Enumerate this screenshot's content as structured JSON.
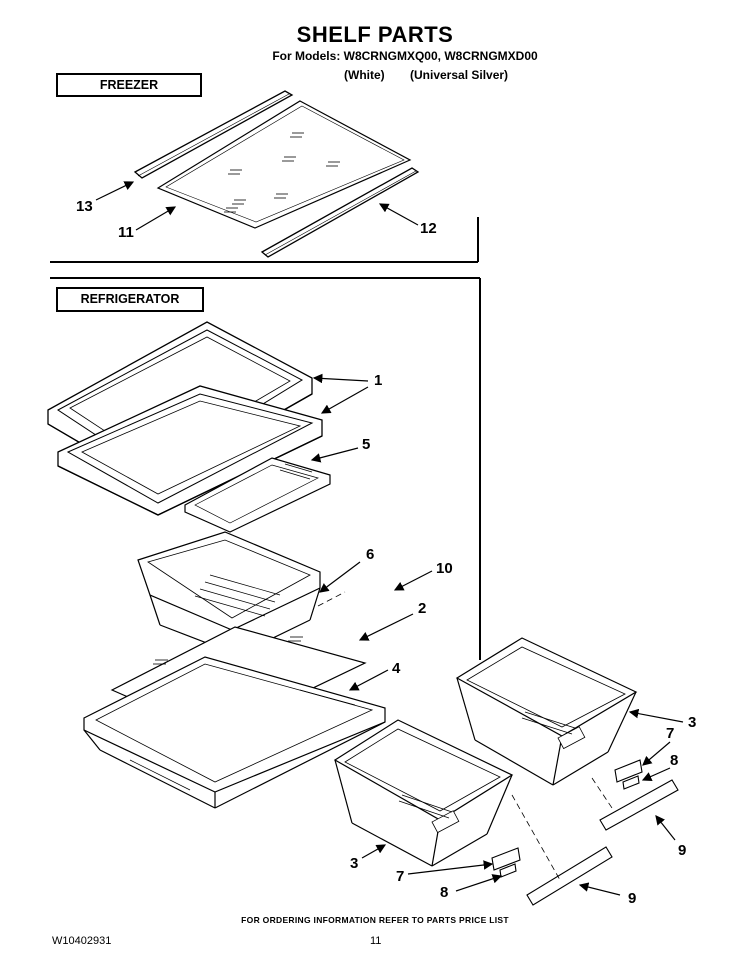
{
  "header": {
    "title": "SHELF PARTS",
    "models_line": "For Models: W8CRNGMXQ00, W8CRNGMXD00",
    "color_white": "(White)",
    "color_silver": "(Universal Silver)"
  },
  "sections": {
    "freezer": "FREEZER",
    "refrigerator": "REFRIGERATOR"
  },
  "callouts": {
    "c13": "13",
    "c11": "11",
    "c12": "12",
    "c1": "1",
    "c5": "5",
    "c6": "6",
    "c10": "10",
    "c2": "2",
    "c4": "4",
    "c3a": "3",
    "c3b": "3",
    "c7a": "7",
    "c7b": "7",
    "c8a": "8",
    "c8b": "8",
    "c9a": "9",
    "c9b": "9"
  },
  "footer": {
    "ordering_note": "FOR ORDERING INFORMATION REFER TO PARTS PRICE LIST",
    "doc_number": "W10402931",
    "page_number": "11"
  }
}
